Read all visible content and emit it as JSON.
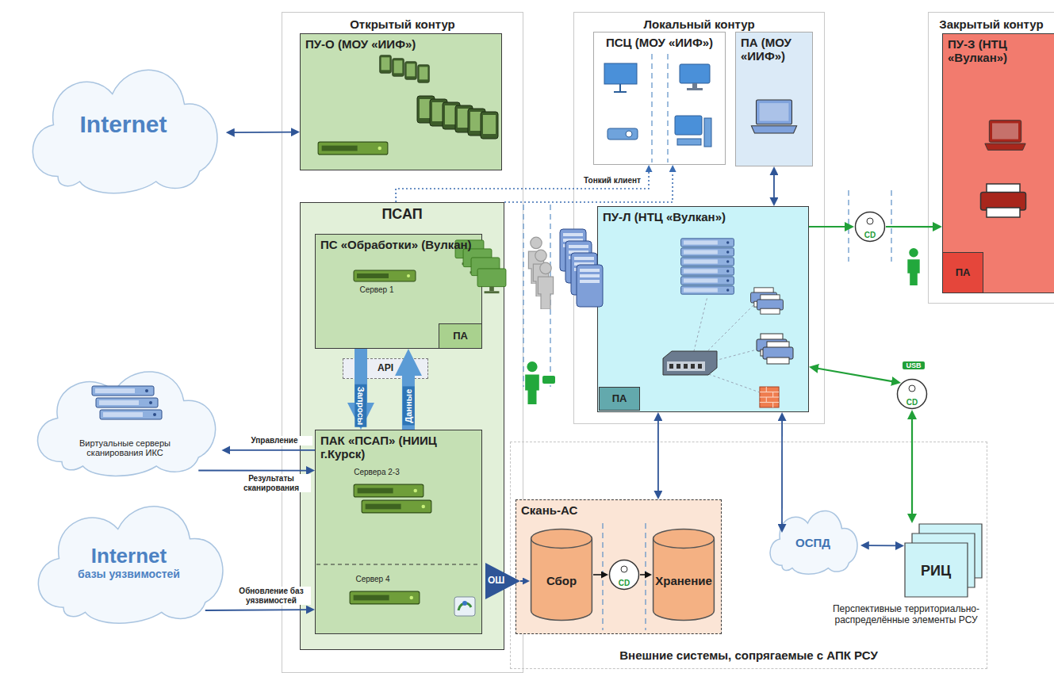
{
  "diagram": {
    "nodes": [
      {
        "text": [
          "Открытый контур"
        ]
      },
      {
        "text": [
          "Локальный контур"
        ]
      },
      {
        "text": [
          "Закрытый контур"
        ]
      },
      {
        "text": [
          "ПУ-О (МОУ «ИИФ»)"
        ],
        "in": 0
      },
      {
        "text": [
          "ПСАП"
        ],
        "in": 0
      },
      {
        "text": [
          "ПС «Обработки» (Вулкан)"
        ],
        "in": 4
      },
      {
        "text": [
          "ПА"
        ],
        "in": 5
      },
      {
        "text": [
          "API"
        ],
        "in": 4
      },
      {
        "text": [
          "ПАК «ПСАП» (НИИЦ г.Курск)"
        ],
        "in": 4
      },
      {
        "text": [
          "ПСЦ (МОУ «ИИФ»)"
        ],
        "in": 1
      },
      {
        "text": [
          "ПА (МОУ «ИИФ»)"
        ],
        "in": 1
      },
      {
        "text": [
          "ПУ-Л (НТЦ «Вулкан»)"
        ],
        "in": 1
      },
      {
        "text": [
          "ПА"
        ],
        "in": 11
      },
      {
        "text": [
          "ПУ-З (НТЦ «Вулкан»)"
        ],
        "in": 2
      },
      {
        "text": [
          "ПА"
        ],
        "in": 13
      },
      {
        "text": [
          "Internet"
        ]
      },
      {
        "text": [
          "Виртуальные серверы сканирования ИКС"
        ]
      },
      {
        "text": [
          "Internet",
          "базы уязвимостей"
        ]
      },
      {
        "text": [
          "Внешние системы, сопрягаемые с АПК РСУ"
        ]
      },
      {
        "text": [
          "Скань-АС"
        ],
        "in": 18
      },
      {
        "text": [
          "Сбор"
        ],
        "in": 19
      },
      {
        "text": [
          "CD"
        ],
        "in": 19
      },
      {
        "text": [
          "Хранение"
        ],
        "in": 19
      },
      {
        "text": [
          "ОСПД"
        ],
        "in": 18
      },
      {
        "text": [
          "РИЦ"
        ],
        "in": 18
      },
      {
        "text": [
          "ОШ"
        ]
      },
      {
        "text": [
          "CD"
        ]
      },
      {
        "text": [
          "CD"
        ]
      }
    ],
    "edges": [
      {
        "from": 15,
        "to": 3,
        "arrow": "both"
      },
      {
        "from": 8,
        "to": 16,
        "arrow": "to",
        "label": "Управление"
      },
      {
        "from": 16,
        "to": 8,
        "arrow": "to",
        "label": "Результаты сканирования"
      },
      {
        "from": 17,
        "to": 8,
        "arrow": "to",
        "label": "Обновление баз уязвимостей"
      },
      {
        "from": 5,
        "to": 8,
        "arrow": "to",
        "label": "Запросы"
      },
      {
        "from": 8,
        "to": 5,
        "arrow": "to",
        "label": "Данные"
      },
      {
        "from": 4,
        "to": 9,
        "arrow": "to",
        "label": "Тонкий клиент"
      },
      {
        "from": 4,
        "to": 9,
        "arrow": "to"
      },
      {
        "from": 10,
        "to": 11,
        "arrow": "both"
      },
      {
        "from": 11,
        "to": 26,
        "arrow": "to"
      },
      {
        "from": 26,
        "to": 13,
        "arrow": "to"
      },
      {
        "from": 11,
        "to": 27,
        "arrow": "both"
      },
      {
        "from": 27,
        "to": 24,
        "arrow": "both"
      },
      {
        "from": 11,
        "to": 19,
        "arrow": "both"
      },
      {
        "from": 11,
        "to": 23,
        "arrow": "both"
      },
      {
        "from": 23,
        "to": 24,
        "arrow": "both"
      },
      {
        "from": 25,
        "to": 20,
        "arrow": "to"
      },
      {
        "from": 20,
        "to": 21,
        "arrow": "to"
      },
      {
        "from": 21,
        "to": 22,
        "arrow": "to"
      }
    ],
    "labels": [
      "Сервер 1",
      "Сервера 2-3",
      "Сервер 4",
      "USB",
      "Перспективные территориально-распределённые элементы РСУ"
    ]
  }
}
